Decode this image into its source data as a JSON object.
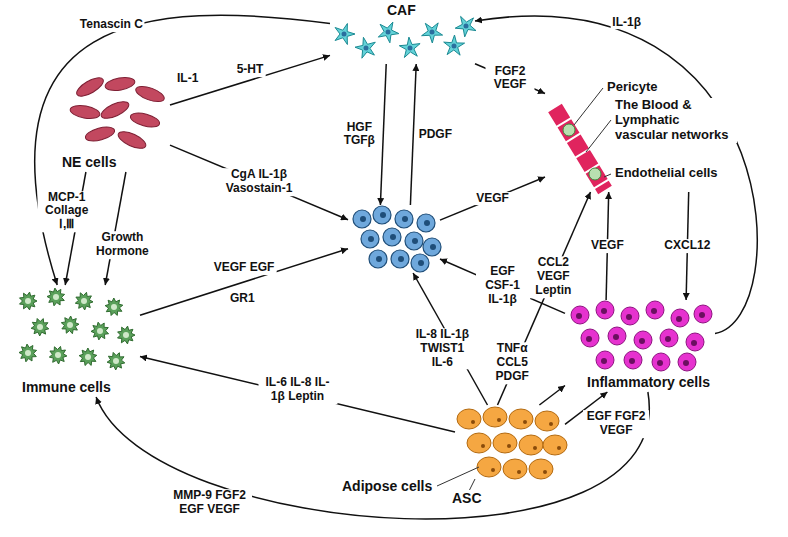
{
  "diagram": {
    "nodes": [
      {
        "text": [
          "CAF"
        ]
      },
      {
        "text": [
          "NE cells"
        ]
      },
      {
        "text": []
      },
      {
        "text": [
          "Pericyte",
          "The Blood & Lymphatic vascular networks",
          "Endothelial cells"
        ]
      },
      {
        "text": [
          "Immune cells"
        ]
      },
      {
        "text": [
          "Inflammatory cells"
        ]
      },
      {
        "text": [
          "Adipose cells",
          "ASC"
        ]
      }
    ],
    "edges": [
      {
        "from": 1,
        "to": 0,
        "label": "5-HT",
        "arrow": "to"
      },
      {
        "from": 1,
        "to": 2,
        "label": "CgA IL-1β Vasostain-1",
        "arrow": "to"
      },
      {
        "from": 1,
        "to": 4,
        "label": "Growth Hormone",
        "arrow": "to"
      },
      {
        "from": 1,
        "to": 4,
        "label": "MCP-1 Collage Ⅰ,Ⅲ",
        "arrow": "to"
      },
      {
        "from": 0,
        "to": 4,
        "label": "Tenascin C",
        "arrow": "to"
      },
      {
        "from": 0,
        "to": 2,
        "label": "HGF TGFβ",
        "arrow": "to"
      },
      {
        "from": 2,
        "to": 0,
        "label": "PDGF",
        "arrow": "to"
      },
      {
        "from": 0,
        "to": 3,
        "label": "FGF2 VEGF",
        "arrow": "to"
      },
      {
        "from": 5,
        "to": 0,
        "label": "IL-1β",
        "arrow": "to"
      },
      {
        "from": 3,
        "to": 5,
        "label": "CXCL12",
        "arrow": "to"
      },
      {
        "from": 5,
        "to": 3,
        "label": "VEGF",
        "arrow": "to"
      },
      {
        "from": 6,
        "to": 3,
        "label": "CCL2 VEGF Leptin",
        "arrow": "to"
      },
      {
        "from": 2,
        "to": 3,
        "label": "VEGF",
        "arrow": "to"
      },
      {
        "from": 4,
        "to": 2,
        "label": "VEGF EGF",
        "arrow": "to"
      },
      {
        "from": 5,
        "to": 2,
        "label": "EGF CSF-1 IL-1β",
        "arrow": "to"
      },
      {
        "from": 6,
        "to": 2,
        "label": "IL-8 IL-1β TWIST1 IL-6",
        "arrow": "to"
      },
      {
        "from": 6,
        "to": 5,
        "label": "TNFα CCL5 PDGF",
        "arrow": "to"
      },
      {
        "from": 6,
        "to": 5,
        "label": "EGF FGF2 VEGF",
        "arrow": "to"
      },
      {
        "from": 6,
        "to": 4,
        "label": "IL-6 IL-8 IL-1β Leptin",
        "arrow": "to"
      },
      {
        "from": 5,
        "to": 4,
        "label": "MMP-9 FGF2 EGF VEGF",
        "arrow": "to"
      }
    ],
    "labels": [
      "IL-1",
      "GR1"
    ]
  }
}
